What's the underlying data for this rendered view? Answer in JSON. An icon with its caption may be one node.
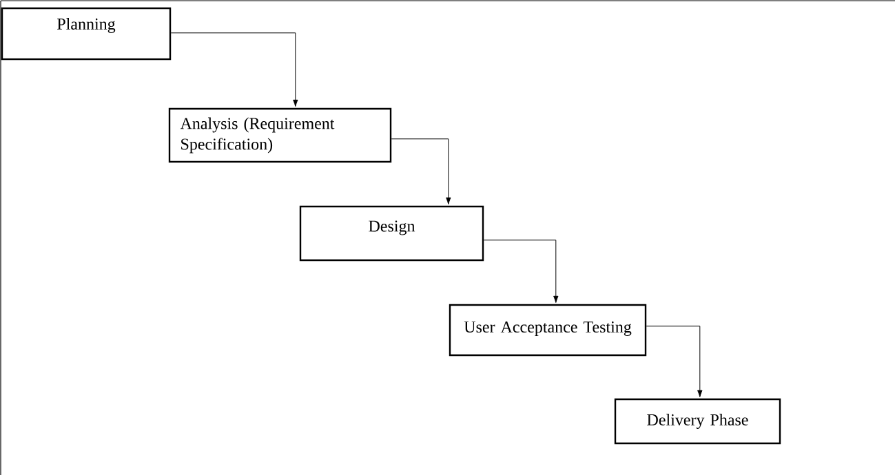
{
  "diagram": {
    "nodes": [
      {
        "text": [
          "Planning"
        ]
      },
      {
        "text": [
          "Analysis (Requirement Specification)"
        ]
      },
      {
        "text": [
          "Design"
        ]
      },
      {
        "text": [
          "User Acceptance Testing"
        ]
      },
      {
        "text": [
          "Delivery Phase"
        ]
      }
    ],
    "edges": [
      {
        "from": 0,
        "to": 1,
        "arrow": "to"
      },
      {
        "from": 1,
        "to": 2,
        "arrow": "to"
      },
      {
        "from": 2,
        "to": 3,
        "arrow": "to"
      },
      {
        "from": 3,
        "to": 4,
        "arrow": "to"
      }
    ]
  }
}
